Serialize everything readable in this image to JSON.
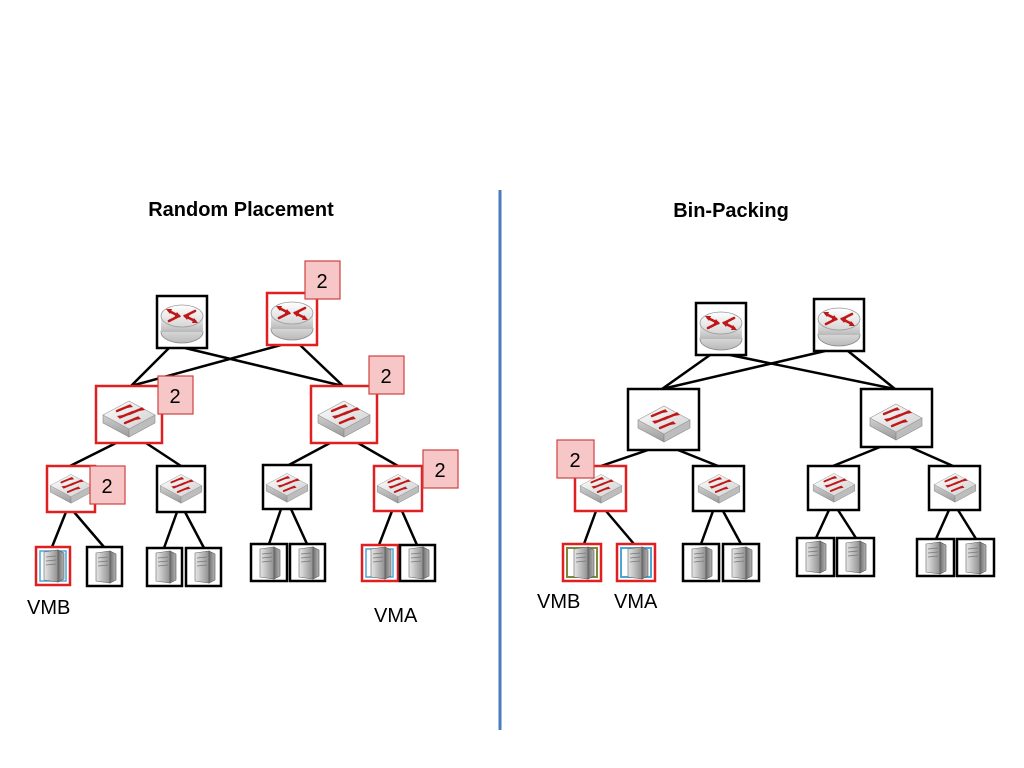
{
  "left_panel": {
    "title": "Random Placement",
    "badges": [
      "2",
      "2",
      "2",
      "2",
      "2"
    ],
    "vm_labels": {
      "vmb": "VMB",
      "vma": "VMA"
    }
  },
  "right_panel": {
    "title": "Bin-Packing",
    "badges": [
      "2"
    ],
    "vm_labels": {
      "vmb": "VMB",
      "vma": "VMA"
    }
  },
  "colors": {
    "highlight_border": "#e02020",
    "normal_border": "#000000",
    "badge_fill": "#f7c6c6",
    "badge_border": "#d04040",
    "divider": "#4a7bbf",
    "vma_accent": "#4aa8d8",
    "vmb_accent_right": "#7a8a3a",
    "arrow_red": "#c01818"
  },
  "icons": [
    "router-icon",
    "switch-icon",
    "server-icon"
  ]
}
